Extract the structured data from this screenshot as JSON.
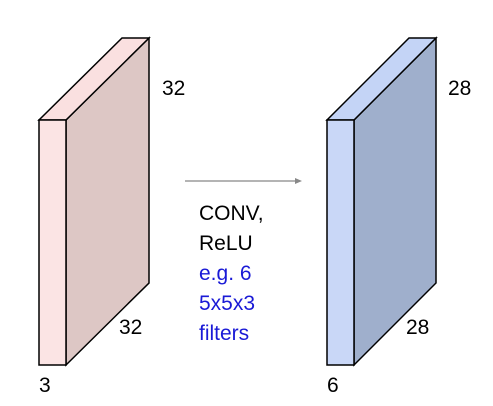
{
  "input_volume": {
    "height": "32",
    "width": "32",
    "depth": "3",
    "colors": {
      "front": "#fbe4e4",
      "side": "#fae0e0",
      "back": "#ddc7c5"
    }
  },
  "output_volume": {
    "height": "28",
    "width": "28",
    "depth": "6",
    "colors": {
      "front": "#c9d7f7",
      "side": "#c4d4f6",
      "back": "#9fafcc"
    }
  },
  "operation": {
    "line1": "CONV,",
    "line2": "ReLU",
    "example_line1": "e.g. 6",
    "example_line2": "5x5x3",
    "example_line3": "filters",
    "text_color": "#000000",
    "example_color": "#1a1ad6"
  },
  "arrow_color": "#888888"
}
